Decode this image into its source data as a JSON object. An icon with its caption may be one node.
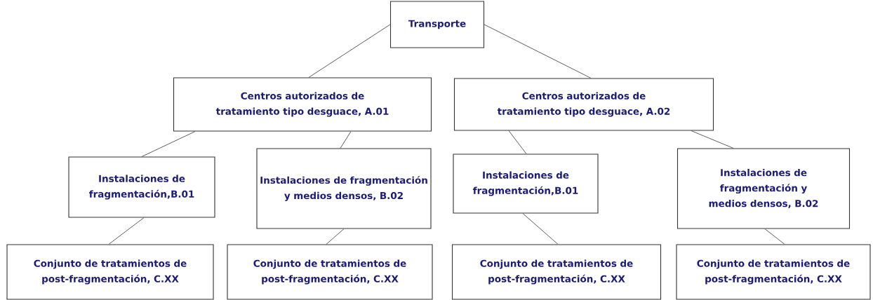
{
  "diagram": {
    "nodes": [
      {
        "text": [
          "Transporte"
        ]
      },
      {
        "text": [
          "Centros autorizados de tratamiento tipo desguace, A.01"
        ]
      },
      {
        "text": [
          "Centros autorizados de tratamiento tipo desguace, A.02"
        ]
      },
      {
        "text": [
          "Instalaciones de fragmentación,B.01"
        ]
      },
      {
        "text": [
          "Instalaciones de fragmentación y medios densos, B.02"
        ]
      },
      {
        "text": [
          "Instalaciones de fragmentación,B.01"
        ]
      },
      {
        "text": [
          "Instalaciones de fragmentación y medios densos, B.02"
        ]
      },
      {
        "text": [
          "Conjunto de tratamientos de post-fragmentación, C.XX"
        ]
      },
      {
        "text": [
          "Conjunto de tratamientos de post-fragmentación, C.XX"
        ]
      },
      {
        "text": [
          "Conjunto de tratamientos de post-fragmentación, C.XX"
        ]
      },
      {
        "text": [
          "Conjunto de tratamientos de post-fragmentación, C.XX"
        ]
      }
    ],
    "edges": [
      {
        "from": 0,
        "to": 1,
        "arrow": "none"
      },
      {
        "from": 0,
        "to": 2,
        "arrow": "none"
      },
      {
        "from": 1,
        "to": 3,
        "arrow": "none"
      },
      {
        "from": 1,
        "to": 4,
        "arrow": "none"
      },
      {
        "from": 2,
        "to": 5,
        "arrow": "none"
      },
      {
        "from": 2,
        "to": 6,
        "arrow": "none"
      },
      {
        "from": 3,
        "to": 7,
        "arrow": "none"
      },
      {
        "from": 4,
        "to": 8,
        "arrow": "none"
      },
      {
        "from": 5,
        "to": 9,
        "arrow": "none"
      },
      {
        "from": 6,
        "to": 10,
        "arrow": "none"
      }
    ]
  }
}
